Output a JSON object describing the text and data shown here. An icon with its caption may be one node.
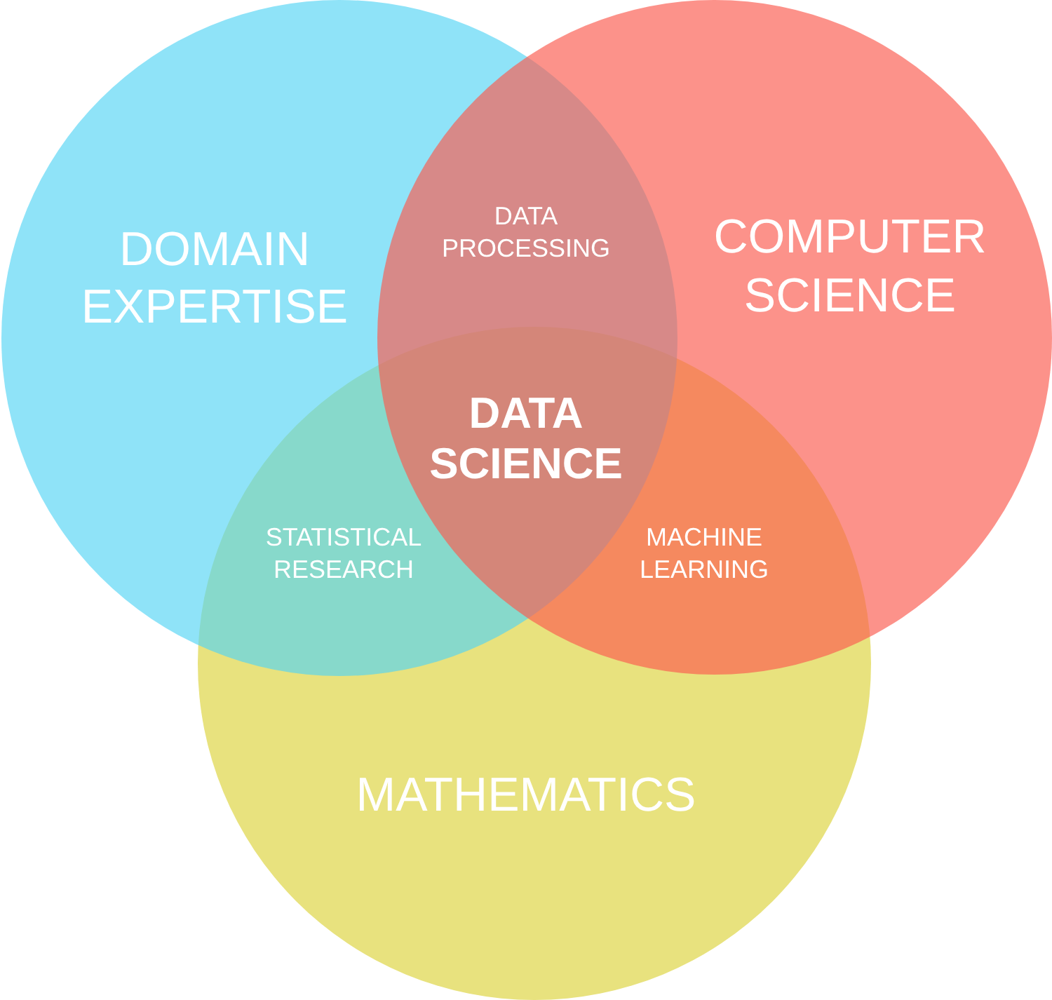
{
  "diagram": {
    "nodes": [
      {
        "text": [
          "DOMAIN EXPERTISE"
        ]
      },
      {
        "text": [
          "COMPUTER SCIENCE"
        ]
      },
      {
        "text": [
          "MATHEMATICS"
        ]
      }
    ],
    "edges": [],
    "labels": [
      "DATA PROCESSING",
      "DATA SCIENCE",
      "STATISTICAL RESEARCH",
      "MACHINE LEARNING"
    ]
  }
}
